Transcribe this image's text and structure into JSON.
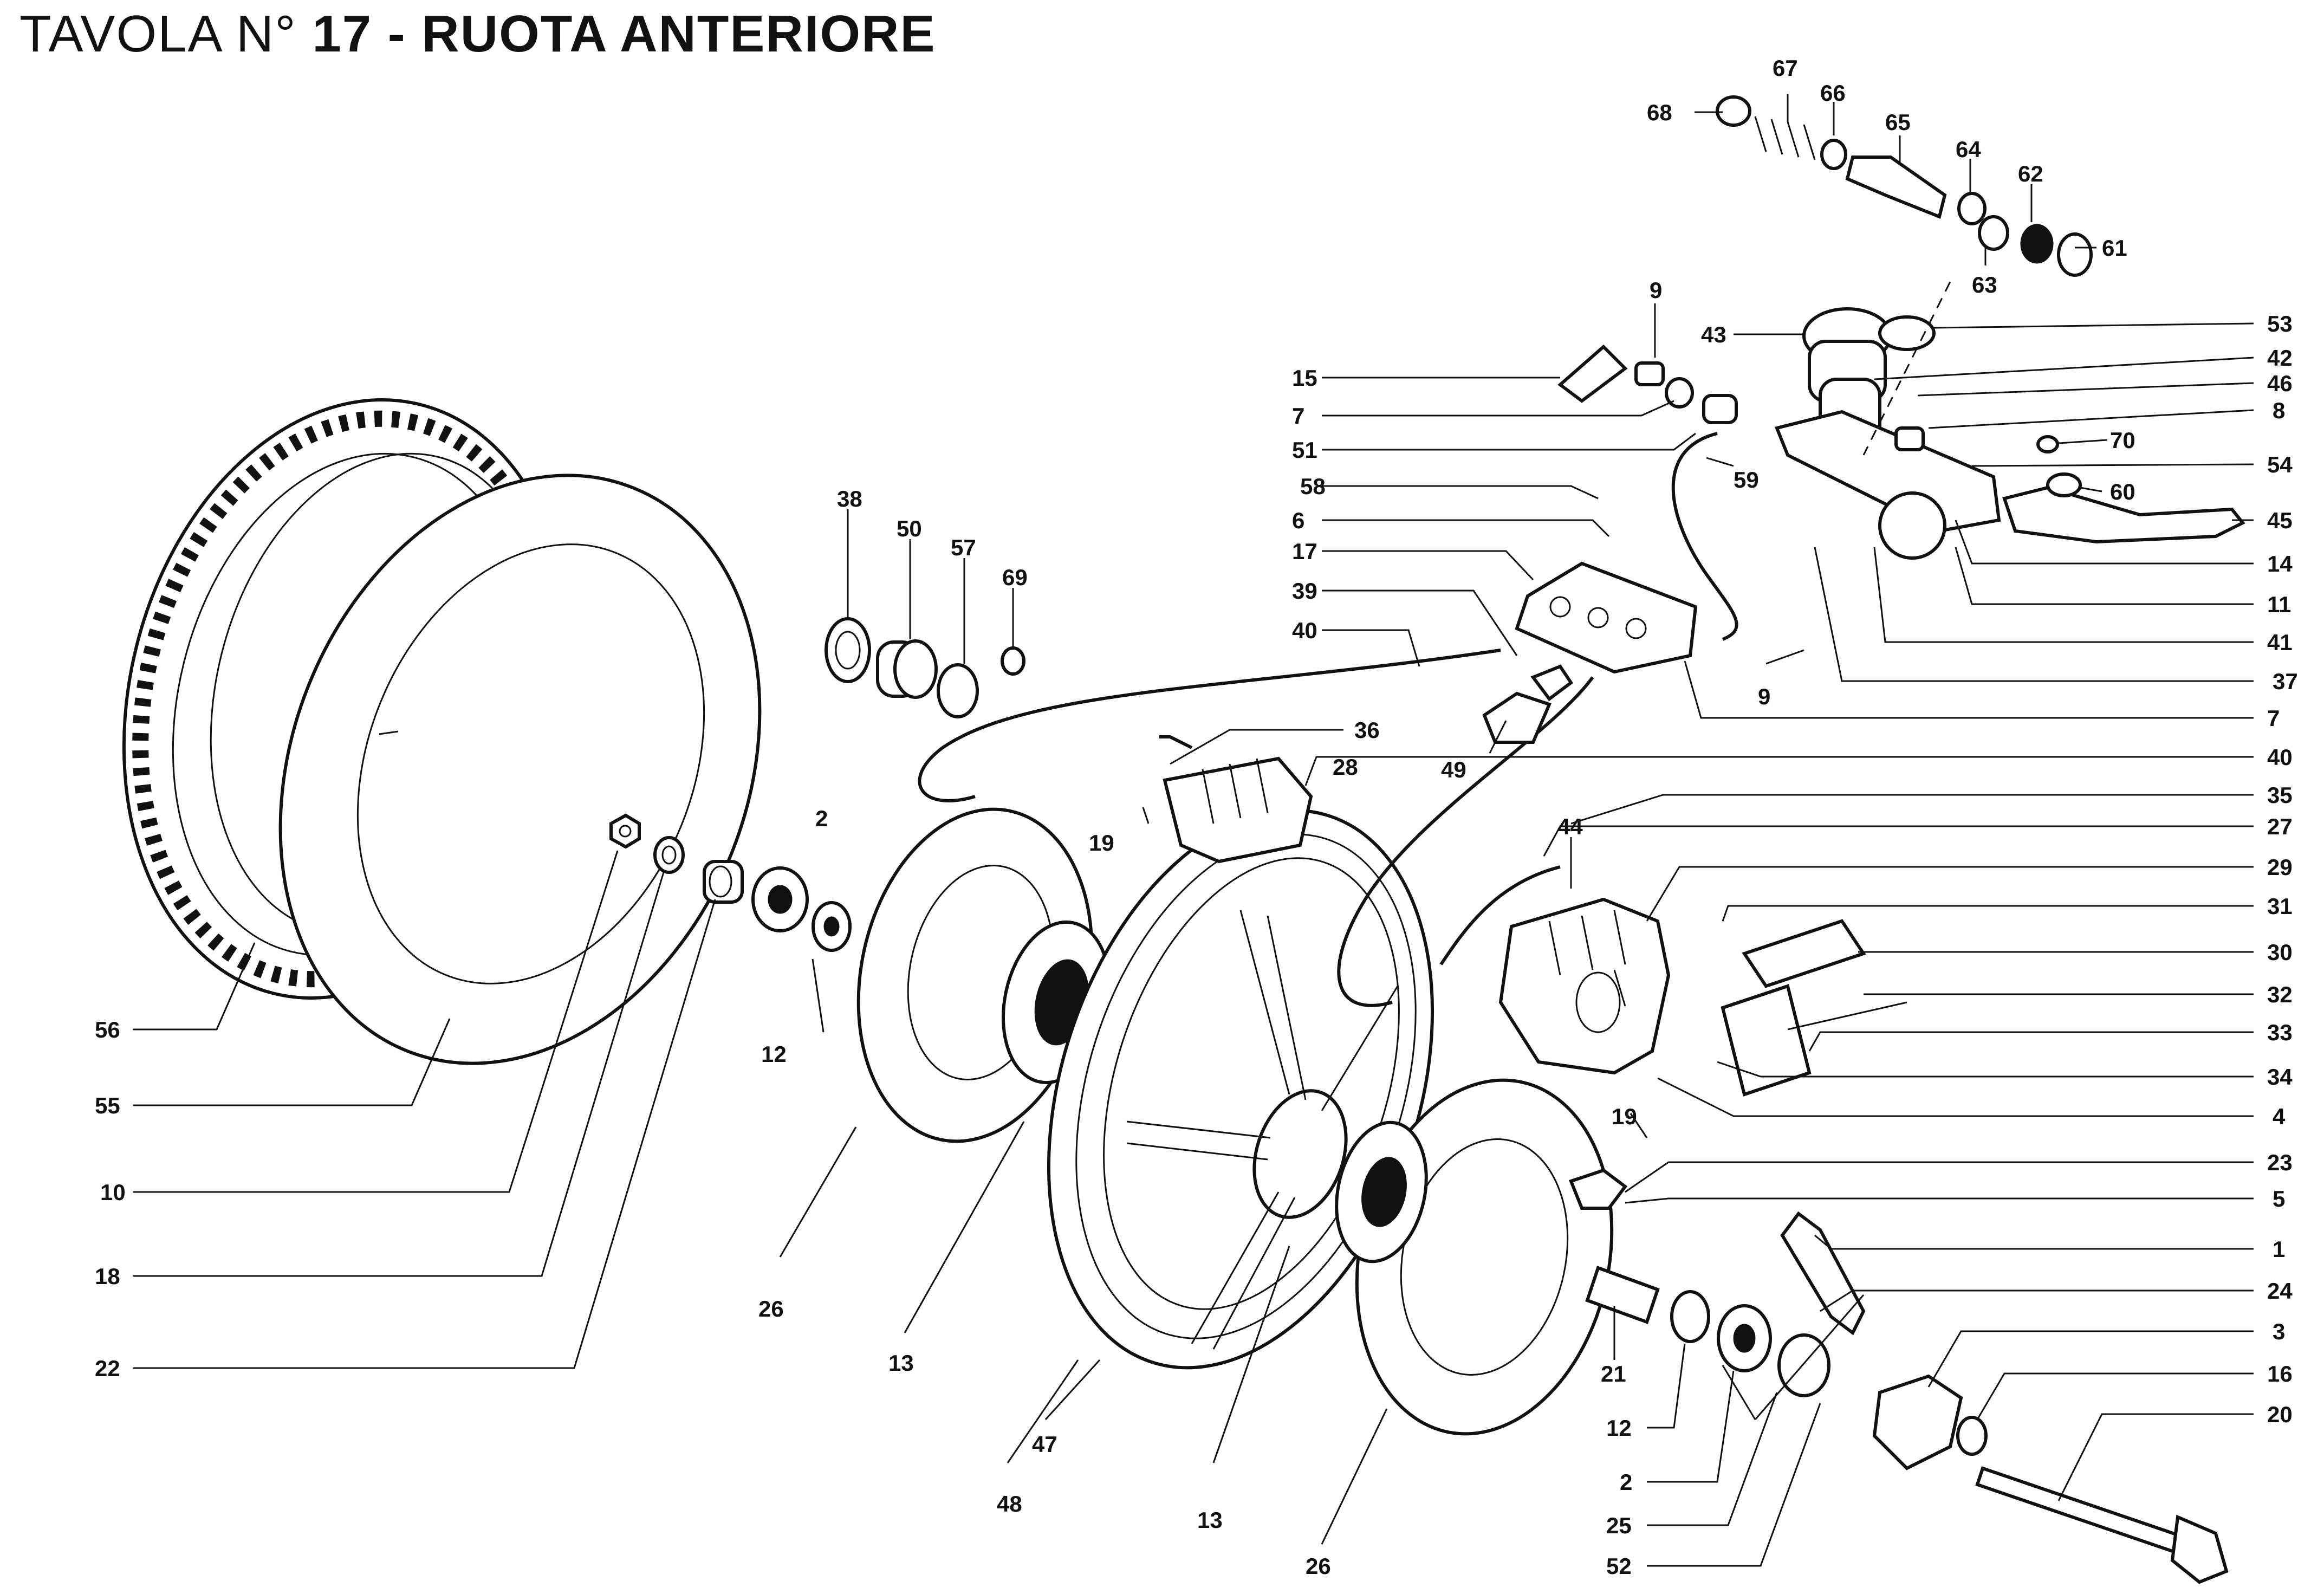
{
  "title": {
    "prefix": "TAVOLA N°",
    "number": "17",
    "separator": "-",
    "name": "RUOTA ANTERIORE"
  },
  "labels": [
    {
      "text": "68",
      "part": "cap"
    },
    {
      "text": "67",
      "part": "spring"
    },
    {
      "text": "66",
      "part": "washer"
    },
    {
      "text": "65",
      "part": "piston"
    },
    {
      "text": "64",
      "part": "seal"
    },
    {
      "text": "62",
      "part": "seal"
    },
    {
      "text": "63",
      "part": "seal"
    },
    {
      "text": "61",
      "part": "dust-boot"
    },
    {
      "text": "9",
      "part": "bolt"
    },
    {
      "text": "43",
      "part": "reservoir-cap"
    },
    {
      "text": "53",
      "part": "gasket"
    },
    {
      "text": "42",
      "part": "reservoir"
    },
    {
      "text": "46",
      "part": "screw"
    },
    {
      "text": "8",
      "part": "bolt"
    },
    {
      "text": "70",
      "part": "nut"
    },
    {
      "text": "54",
      "part": "master-cylinder"
    },
    {
      "text": "60",
      "part": "washer"
    },
    {
      "text": "45",
      "part": "brake-lever"
    },
    {
      "text": "14",
      "part": "pin"
    },
    {
      "text": "11",
      "part": "nut"
    },
    {
      "text": "41",
      "part": "clamp"
    },
    {
      "text": "7",
      "part": "screw"
    },
    {
      "text": "15",
      "part": "washer"
    },
    {
      "text": "51",
      "part": "banjo-fitting"
    },
    {
      "text": "59",
      "part": "hose-union"
    },
    {
      "text": "58",
      "part": "brake-hose"
    },
    {
      "text": "6",
      "part": "screw"
    },
    {
      "text": "17",
      "part": "washer"
    },
    {
      "text": "39",
      "part": "distributor"
    },
    {
      "text": "40",
      "part": "washer"
    },
    {
      "text": "37",
      "part": "brake-pipe"
    },
    {
      "text": "49",
      "part": "brake-light-switch"
    },
    {
      "text": "38",
      "part": "seal"
    },
    {
      "text": "50",
      "part": "hub-bearing"
    },
    {
      "text": "57",
      "part": "circlip"
    },
    {
      "text": "69",
      "part": "o-ring"
    },
    {
      "text": "36",
      "part": "pipe-fitting"
    },
    {
      "text": "28",
      "part": "brake-caliper"
    },
    {
      "text": "19",
      "part": "bolt"
    },
    {
      "text": "2",
      "part": "bearing"
    },
    {
      "text": "12",
      "part": "spacer"
    },
    {
      "text": "56",
      "part": "tyre"
    },
    {
      "text": "55",
      "part": "inner-tube"
    },
    {
      "text": "10",
      "part": "nut"
    },
    {
      "text": "18",
      "part": "washer"
    },
    {
      "text": "22",
      "part": "spacer"
    },
    {
      "text": "26",
      "part": "brake-disc"
    },
    {
      "text": "13",
      "part": "disc-bolt"
    },
    {
      "text": "47",
      "part": "wheel-rim"
    },
    {
      "text": "48",
      "part": "wheel"
    },
    {
      "text": "35",
      "part": "brake-pipe"
    },
    {
      "text": "27",
      "part": "brake-caliper"
    },
    {
      "text": "29",
      "part": "caliper-seal"
    },
    {
      "text": "31",
      "part": "pad-spring"
    },
    {
      "text": "30",
      "part": "brake-pads"
    },
    {
      "text": "32",
      "part": "pin"
    },
    {
      "text": "33",
      "part": "pad-pin"
    },
    {
      "text": "34",
      "part": "shim"
    },
    {
      "text": "44",
      "part": "bleed-valve"
    },
    {
      "text": "4",
      "part": "bolt"
    },
    {
      "text": "23",
      "part": "bracket"
    },
    {
      "text": "5",
      "part": "bolt"
    },
    {
      "text": "1",
      "part": "speedometer-drive"
    },
    {
      "text": "24",
      "part": "washer"
    },
    {
      "text": "3",
      "part": "speedometer-gearbox"
    },
    {
      "text": "16",
      "part": "washer"
    },
    {
      "text": "20",
      "part": "wheel-spindle"
    },
    {
      "text": "21",
      "part": "spacer"
    },
    {
      "text": "25",
      "part": "drive-ring"
    },
    {
      "text": "52",
      "part": "drive-assembly"
    }
  ]
}
